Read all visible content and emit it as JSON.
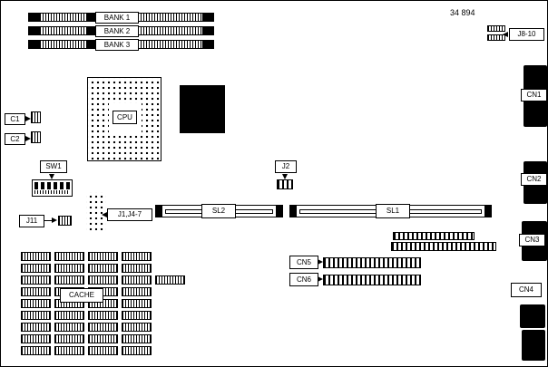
{
  "colors": {
    "ink": "#000000",
    "paper": "#ffffff"
  },
  "part_number": "34 894",
  "labels": {
    "bank1": "BANK 1",
    "bank2": "BANK 2",
    "bank3": "BANK 3",
    "j8_10": "J8-10",
    "cn1": "CN1",
    "cn2": "CN2",
    "cn3": "CN3",
    "cn4": "CN4",
    "c1": "C1",
    "c2": "C2",
    "sw1": "SW1",
    "cpu": "CPU",
    "j11": "J11",
    "j1_j4_7": "J1,J4-7",
    "j2": "J2",
    "sl1": "SL1",
    "sl2": "SL2",
    "cn5": "CN5",
    "cn6": "CN6",
    "cache": "CACHE"
  },
  "cache_grid": {
    "cols": 4,
    "rows": 9
  }
}
